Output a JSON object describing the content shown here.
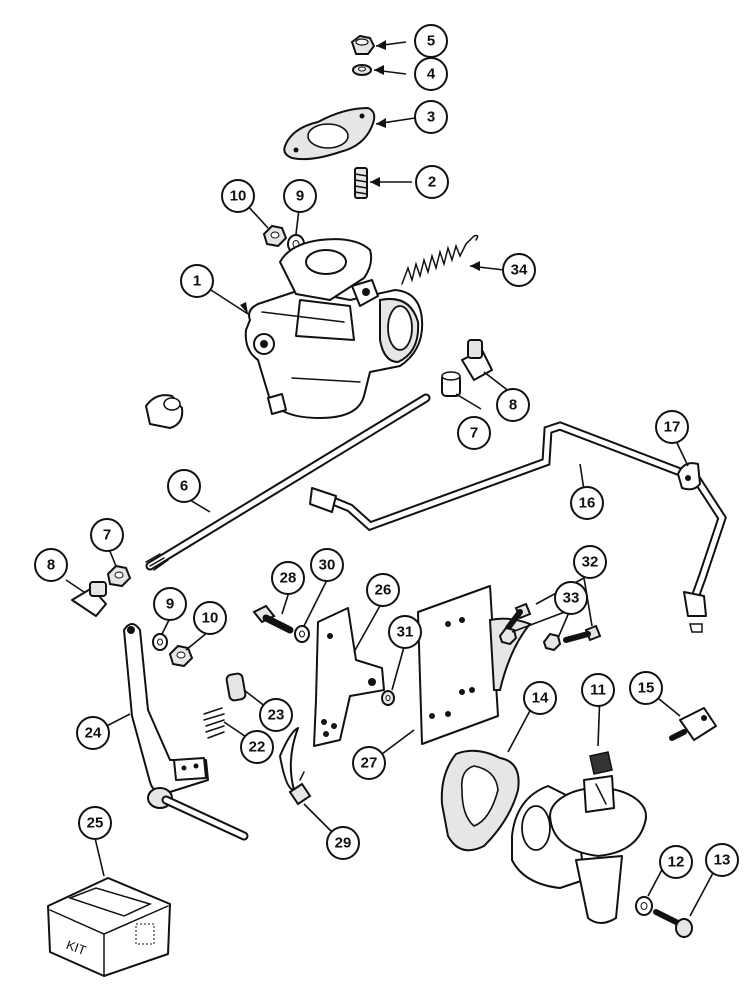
{
  "callouts": [
    {
      "id": "c1",
      "label": "1"
    },
    {
      "id": "c2",
      "label": "2"
    },
    {
      "id": "c3",
      "label": "3"
    },
    {
      "id": "c4",
      "label": "4"
    },
    {
      "id": "c5",
      "label": "5"
    },
    {
      "id": "c6",
      "label": "6"
    },
    {
      "id": "c7a",
      "label": "7"
    },
    {
      "id": "c7b",
      "label": "7"
    },
    {
      "id": "c8a",
      "label": "8"
    },
    {
      "id": "c8b",
      "label": "8"
    },
    {
      "id": "c9a",
      "label": "9"
    },
    {
      "id": "c9b",
      "label": "9"
    },
    {
      "id": "c10a",
      "label": "10"
    },
    {
      "id": "c10b",
      "label": "10"
    },
    {
      "id": "c11",
      "label": "11"
    },
    {
      "id": "c12",
      "label": "12"
    },
    {
      "id": "c13",
      "label": "13"
    },
    {
      "id": "c14",
      "label": "14"
    },
    {
      "id": "c15",
      "label": "15"
    },
    {
      "id": "c16",
      "label": "16"
    },
    {
      "id": "c17",
      "label": "17"
    },
    {
      "id": "c22",
      "label": "22"
    },
    {
      "id": "c23",
      "label": "23"
    },
    {
      "id": "c24",
      "label": "24"
    },
    {
      "id": "c25",
      "label": "25"
    },
    {
      "id": "c26",
      "label": "26"
    },
    {
      "id": "c27",
      "label": "27"
    },
    {
      "id": "c28",
      "label": "28"
    },
    {
      "id": "c29",
      "label": "29"
    },
    {
      "id": "c30",
      "label": "30"
    },
    {
      "id": "c31",
      "label": "31"
    },
    {
      "id": "c32",
      "label": "32"
    },
    {
      "id": "c33",
      "label": "33"
    },
    {
      "id": "c34",
      "label": "34"
    }
  ],
  "kit_box": {
    "label": "KIT"
  }
}
